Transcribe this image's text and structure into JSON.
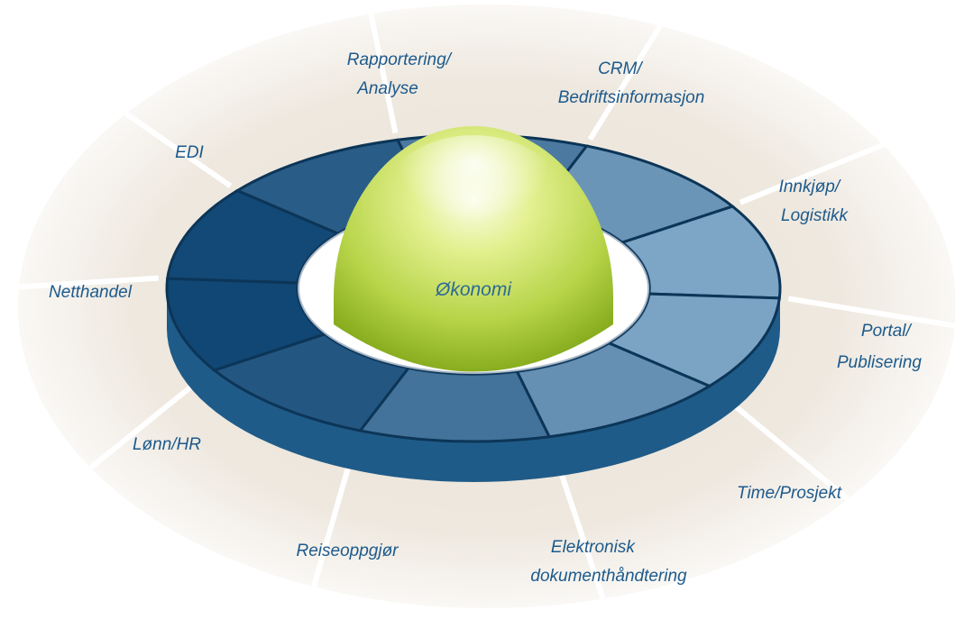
{
  "center": {
    "label": "Økonomi"
  },
  "segments": [
    {
      "id": "rapportering",
      "lines": [
        "Rapportering/",
        "Analyse"
      ]
    },
    {
      "id": "crm",
      "lines": [
        "CRM/",
        "Bedriftsinformasjon"
      ]
    },
    {
      "id": "innkjop",
      "lines": [
        "Innkjøp/",
        "Logistikk"
      ]
    },
    {
      "id": "portal",
      "lines": [
        "Portal/",
        "Publisering"
      ]
    },
    {
      "id": "time",
      "lines": [
        "Time/Prosjekt"
      ]
    },
    {
      "id": "elektronisk",
      "lines": [
        "Elektronisk",
        "dokumenthåndtering"
      ]
    },
    {
      "id": "reise",
      "lines": [
        "Reiseoppgjør"
      ]
    },
    {
      "id": "lonn",
      "lines": [
        "Lønn/HR"
      ]
    },
    {
      "id": "netthandel",
      "lines": [
        "Netthandel"
      ]
    },
    {
      "id": "edi",
      "lines": [
        "EDI"
      ]
    }
  ],
  "colors": {
    "outer_band": "#ece6dc",
    "outer_band_edge": "#f7f4ef",
    "ring_dark": "#0f4673",
    "ring_light": "#7fa6c6",
    "sphere_light": "#f4fbcf",
    "sphere_dark": "#9fc12c",
    "label_text": "#1d5a8c"
  }
}
